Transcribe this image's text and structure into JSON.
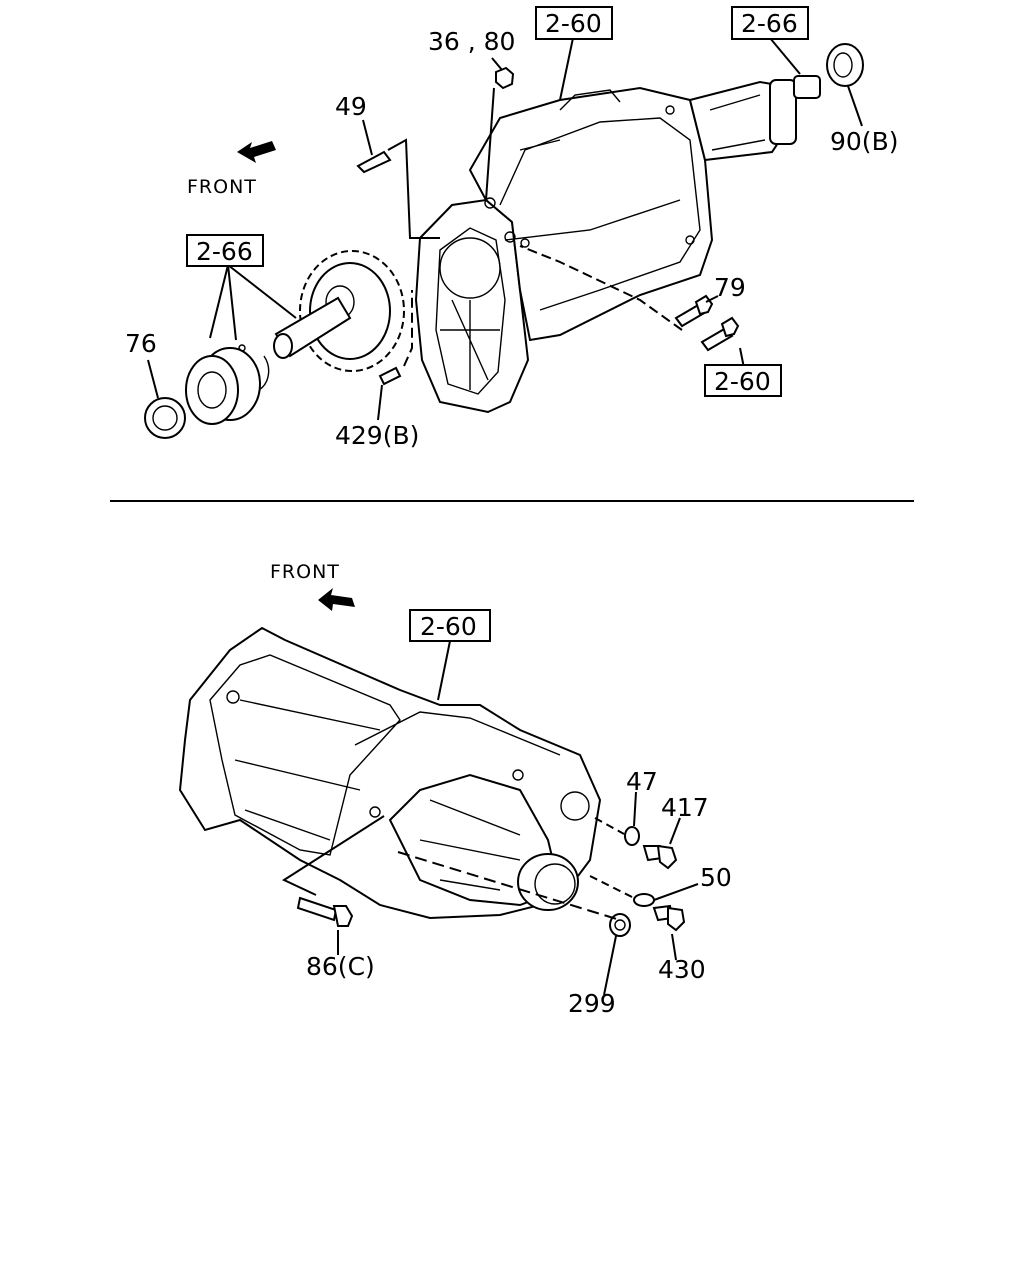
{
  "top_view": {
    "front_label": "FRONT",
    "callouts": {
      "c_36_80": "36 , 80",
      "ref_2_60_top": "2-60",
      "ref_2_66_top": "2-66",
      "c_49": "49",
      "c_90b": "90(B)",
      "ref_2_66_left": "2-66",
      "c_76": "76",
      "c_79": "79",
      "ref_2_60_right": "2-60",
      "c_429b": "429(B)"
    }
  },
  "bottom_view": {
    "front_label": "FRONT",
    "callouts": {
      "ref_2_60": "2-60",
      "c_47": "47",
      "c_417": "417",
      "c_50": "50",
      "c_430": "430",
      "c_86c": "86(C)",
      "c_299": "299"
    }
  }
}
